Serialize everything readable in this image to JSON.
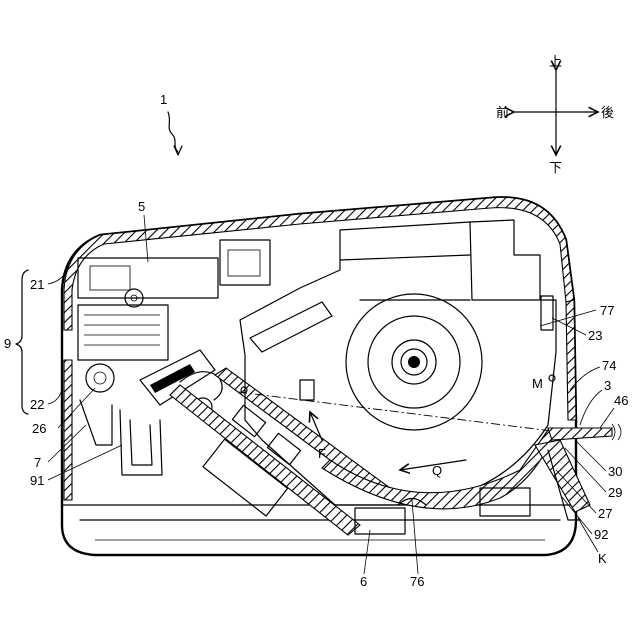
{
  "figure": {
    "device_label": "1"
  },
  "direction_indicator": {
    "up": "上",
    "down": "下",
    "front": "前",
    "back": "後"
  },
  "labels": {
    "n5": "5",
    "n9": "9",
    "n21": "21",
    "n22": "22",
    "n26": "26",
    "n7": "7",
    "n91": "91",
    "n6": "6",
    "n76": "76",
    "n77": "77",
    "n23": "23",
    "n74": "74",
    "n3": "3",
    "n46": "46",
    "n30": "30",
    "n29": "29",
    "n27": "27",
    "n92": "92",
    "nK": "K",
    "nM": "M",
    "nF": "F",
    "nQ": "Q"
  }
}
